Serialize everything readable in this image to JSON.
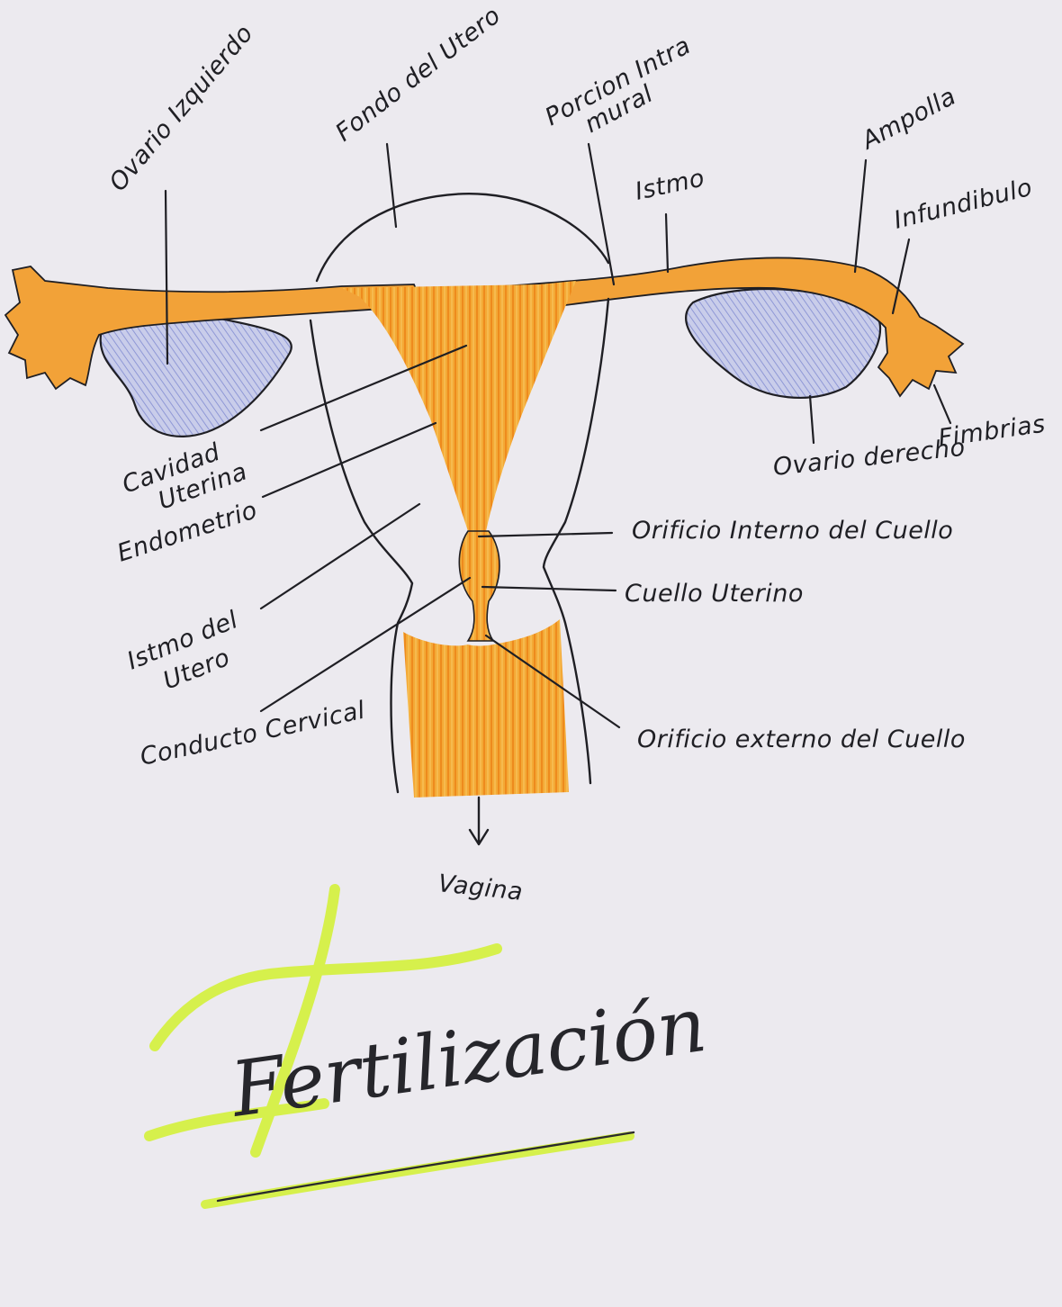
{
  "colors": {
    "paper": "#eceaef",
    "orange": "#f3a52a",
    "orange_dark": "#ea6b16",
    "ovary_blue": "#b9bfe4",
    "ink": "#1f1f24",
    "highlighter": "#d8f24a"
  },
  "labels": {
    "ovario_izquierdo": "Ovario Izquierdo",
    "fondo_del_utero": "Fondo del Utero",
    "porcion_intramural_1": "Porcion Intra",
    "porcion_intramural_2": "mural",
    "istmo": "Istmo",
    "ampolla": "Ampolla",
    "infundibulo": "Infundibulo",
    "fimbrias": "Fimbrias",
    "ovario_derecho": "Ovario derecho",
    "cavidad_uterina_1": "Cavidad",
    "cavidad_uterina_2": "Uterina",
    "endometrio": "Endometrio",
    "istmo_del_utero_1": "Istmo del",
    "istmo_del_utero_2": "Utero",
    "conducto_cervical": "Conducto Cervical",
    "orificio_interno": "Orificio Interno del Cuello",
    "cuello_uterino": "Cuello Uterino",
    "orificio_externo": "Orificio externo del Cuello",
    "vagina": "Vagina"
  },
  "title": "Fertilización"
}
